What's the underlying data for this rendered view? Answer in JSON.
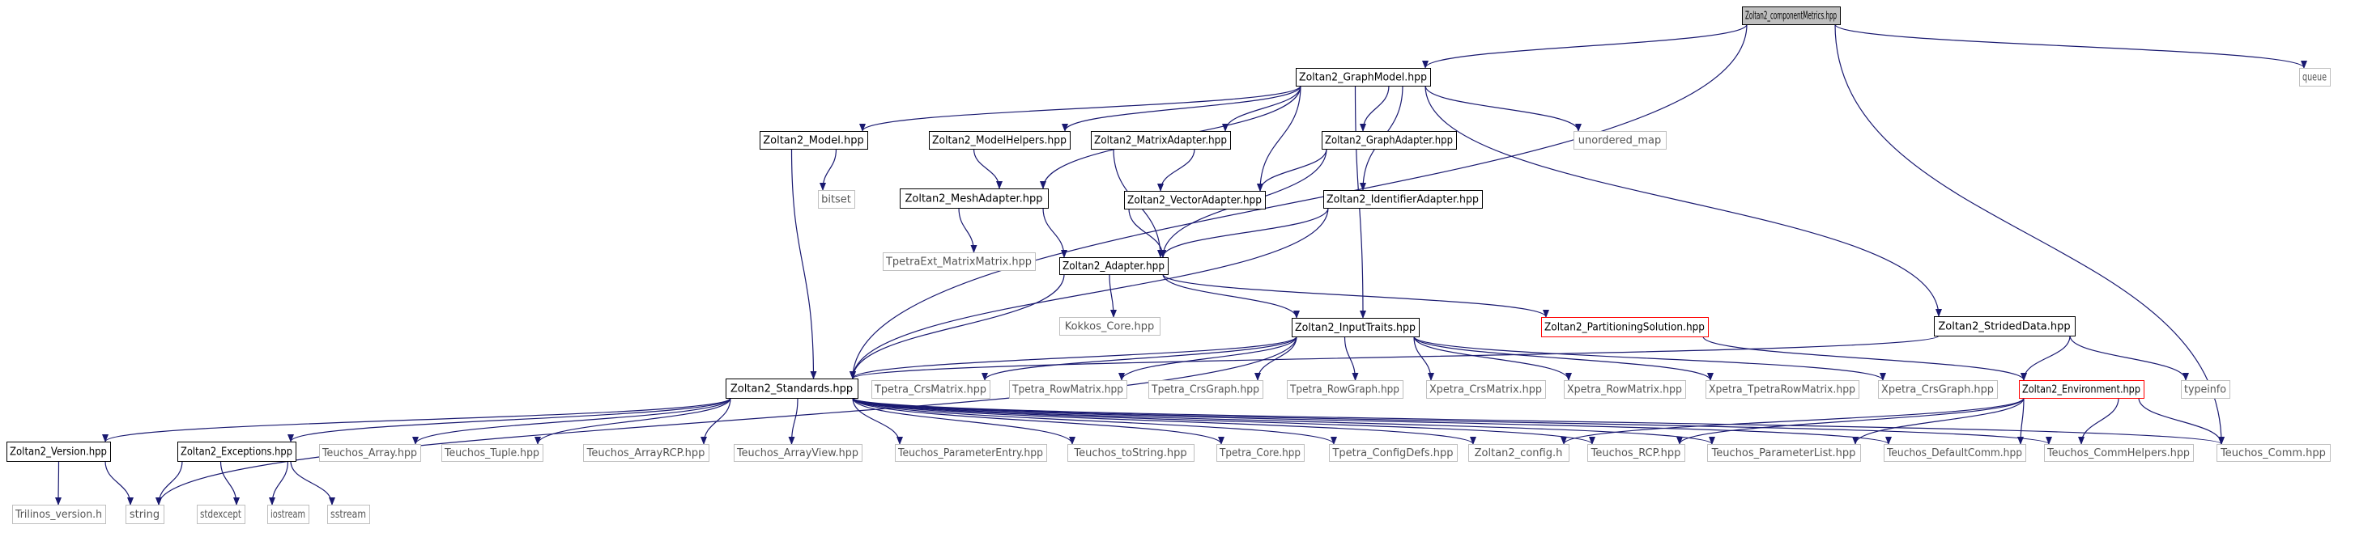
{
  "nodes": {
    "componentMetrics": "Zoltan2_componentMetrics.hpp",
    "GraphModel": "Zoltan2_GraphModel.hpp",
    "queue": "queue",
    "Model": "Zoltan2_Model.hpp",
    "ModelHelpers": "Zoltan2_ModelHelpers.hpp",
    "MatrixAdapter": "Zoltan2_MatrixAdapter.hpp",
    "GraphAdapter": "Zoltan2_GraphAdapter.hpp",
    "unordered_map": "unordered_map",
    "bitset": "bitset",
    "MeshAdapter": "Zoltan2_MeshAdapter.hpp",
    "VectorAdapter": "Zoltan2_VectorAdapter.hpp",
    "IdentifierAdapter": "Zoltan2_IdentifierAdapter.hpp",
    "TpetraExt_MatrixMatrix": "TpetraExt_MatrixMatrix.hpp",
    "Adapter": "Zoltan2_Adapter.hpp",
    "Kokkos_Core": "Kokkos_Core.hpp",
    "InputTraits": "Zoltan2_InputTraits.hpp",
    "PartitioningSolution": "Zoltan2_PartitioningSolution.hpp",
    "StridedData": "Zoltan2_StridedData.hpp",
    "Standards": "Zoltan2_Standards.hpp",
    "Tpetra_CrsMatrix": "Tpetra_CrsMatrix.hpp",
    "Tpetra_RowMatrix": "Tpetra_RowMatrix.hpp",
    "Tpetra_CrsGraph": "Tpetra_CrsGraph.hpp",
    "Tpetra_RowGraph": "Tpetra_RowGraph.hpp",
    "Xpetra_CrsMatrix": "Xpetra_CrsMatrix.hpp",
    "Xpetra_RowMatrix": "Xpetra_RowMatrix.hpp",
    "Xpetra_TpetraRowMatrix": "Xpetra_TpetraRowMatrix.hpp",
    "Xpetra_CrsGraph": "Xpetra_CrsGraph.hpp",
    "Environment": "Zoltan2_Environment.hpp",
    "typeinfo": "typeinfo",
    "Version": "Zoltan2_Version.hpp",
    "Exceptions": "Zoltan2_Exceptions.hpp",
    "Teuchos_Array": "Teuchos_Array.hpp",
    "Teuchos_Tuple": "Teuchos_Tuple.hpp",
    "Teuchos_ArrayRCP": "Teuchos_ArrayRCP.hpp",
    "Teuchos_ArrayView": "Teuchos_ArrayView.hpp",
    "Teuchos_ParameterEntry": "Teuchos_ParameterEntry.hpp",
    "Teuchos_toString": "Teuchos_toString.hpp",
    "Tpetra_Core": "Tpetra_Core.hpp",
    "Tpetra_ConfigDefs": "Tpetra_ConfigDefs.hpp",
    "config": "Zoltan2_config.h",
    "Teuchos_RCP": "Teuchos_RCP.hpp",
    "Teuchos_ParameterList": "Teuchos_ParameterList.hpp",
    "Teuchos_DefaultComm": "Teuchos_DefaultComm.hpp",
    "Teuchos_CommHelpers": "Teuchos_CommHelpers.hpp",
    "Teuchos_Comm": "Teuchos_Comm.hpp",
    "Trilinos_version": "Trilinos_version.h",
    "string": "string",
    "stdexcept": "stdexcept",
    "iostream": "iostream",
    "sstream": "sstream"
  },
  "node_styles": {
    "componentMetrics": "root",
    "GraphModel": "documented",
    "Model": "documented",
    "ModelHelpers": "documented",
    "MatrixAdapter": "documented",
    "GraphAdapter": "documented",
    "MeshAdapter": "documented",
    "VectorAdapter": "documented",
    "IdentifierAdapter": "documented",
    "Adapter": "documented",
    "InputTraits": "documented",
    "StridedData": "documented",
    "Standards": "documented",
    "Version": "documented",
    "Exceptions": "documented",
    "PartitioningSolution": "truncated",
    "Environment": "truncated"
  },
  "edges": [
    [
      "componentMetrics",
      "GraphModel"
    ],
    [
      "componentMetrics",
      "queue"
    ],
    [
      "componentMetrics",
      "Standards"
    ],
    [
      "componentMetrics",
      "Teuchos_Comm"
    ],
    [
      "GraphModel",
      "Model"
    ],
    [
      "GraphModel",
      "ModelHelpers"
    ],
    [
      "GraphModel",
      "MatrixAdapter"
    ],
    [
      "GraphModel",
      "GraphAdapter"
    ],
    [
      "GraphModel",
      "unordered_map"
    ],
    [
      "GraphModel",
      "MeshAdapter"
    ],
    [
      "GraphModel",
      "VectorAdapter"
    ],
    [
      "GraphModel",
      "IdentifierAdapter"
    ],
    [
      "GraphModel",
      "InputTraits"
    ],
    [
      "GraphModel",
      "StridedData"
    ],
    [
      "Model",
      "bitset"
    ],
    [
      "Model",
      "Standards"
    ],
    [
      "ModelHelpers",
      "MeshAdapter"
    ],
    [
      "MatrixAdapter",
      "VectorAdapter"
    ],
    [
      "MatrixAdapter",
      "Adapter"
    ],
    [
      "GraphAdapter",
      "VectorAdapter"
    ],
    [
      "GraphAdapter",
      "Adapter"
    ],
    [
      "MeshAdapter",
      "TpetraExt_MatrixMatrix"
    ],
    [
      "MeshAdapter",
      "Adapter"
    ],
    [
      "VectorAdapter",
      "Adapter"
    ],
    [
      "IdentifierAdapter",
      "Adapter"
    ],
    [
      "IdentifierAdapter",
      "Standards"
    ],
    [
      "Adapter",
      "Kokkos_Core"
    ],
    [
      "Adapter",
      "InputTraits"
    ],
    [
      "Adapter",
      "PartitioningSolution"
    ],
    [
      "Adapter",
      "Standards"
    ],
    [
      "InputTraits",
      "Standards"
    ],
    [
      "InputTraits",
      "Tpetra_CrsMatrix"
    ],
    [
      "InputTraits",
      "Tpetra_RowMatrix"
    ],
    [
      "InputTraits",
      "Tpetra_CrsGraph"
    ],
    [
      "InputTraits",
      "Tpetra_RowGraph"
    ],
    [
      "InputTraits",
      "Xpetra_CrsMatrix"
    ],
    [
      "InputTraits",
      "Xpetra_RowMatrix"
    ],
    [
      "InputTraits",
      "Xpetra_TpetraRowMatrix"
    ],
    [
      "InputTraits",
      "Xpetra_CrsGraph"
    ],
    [
      "InputTraits",
      "string"
    ],
    [
      "PartitioningSolution",
      "Environment"
    ],
    [
      "StridedData",
      "Standards"
    ],
    [
      "StridedData",
      "Environment"
    ],
    [
      "StridedData",
      "typeinfo"
    ],
    [
      "Standards",
      "Version"
    ],
    [
      "Standards",
      "Exceptions"
    ],
    [
      "Standards",
      "Teuchos_Array"
    ],
    [
      "Standards",
      "Teuchos_Tuple"
    ],
    [
      "Standards",
      "Teuchos_ArrayRCP"
    ],
    [
      "Standards",
      "Teuchos_ArrayView"
    ],
    [
      "Standards",
      "Teuchos_ParameterEntry"
    ],
    [
      "Standards",
      "Teuchos_toString"
    ],
    [
      "Standards",
      "Tpetra_Core"
    ],
    [
      "Standards",
      "Tpetra_ConfigDefs"
    ],
    [
      "Standards",
      "config"
    ],
    [
      "Standards",
      "Teuchos_RCP"
    ],
    [
      "Standards",
      "Teuchos_ParameterList"
    ],
    [
      "Standards",
      "Teuchos_DefaultComm"
    ],
    [
      "Standards",
      "Teuchos_CommHelpers"
    ],
    [
      "Standards",
      "Teuchos_Comm"
    ],
    [
      "Version",
      "Trilinos_version"
    ],
    [
      "Version",
      "string"
    ],
    [
      "Exceptions",
      "string"
    ],
    [
      "Exceptions",
      "stdexcept"
    ],
    [
      "Exceptions",
      "iostream"
    ],
    [
      "Exceptions",
      "sstream"
    ],
    [
      "Environment",
      "config"
    ],
    [
      "Environment",
      "Teuchos_RCP"
    ],
    [
      "Environment",
      "Teuchos_ParameterList"
    ],
    [
      "Environment",
      "Teuchos_DefaultComm"
    ],
    [
      "Environment",
      "Teuchos_CommHelpers"
    ],
    [
      "Environment",
      "Teuchos_Comm"
    ]
  ],
  "colors": {
    "edge": "#191970",
    "documented_border": "#000000",
    "external_border": "#bfbfbf",
    "truncated_border": "#ff0000",
    "root_fill": "#bfbfbf",
    "node_fill": "#ffffff",
    "documented_text": "#000000",
    "external_text": "#555555"
  }
}
